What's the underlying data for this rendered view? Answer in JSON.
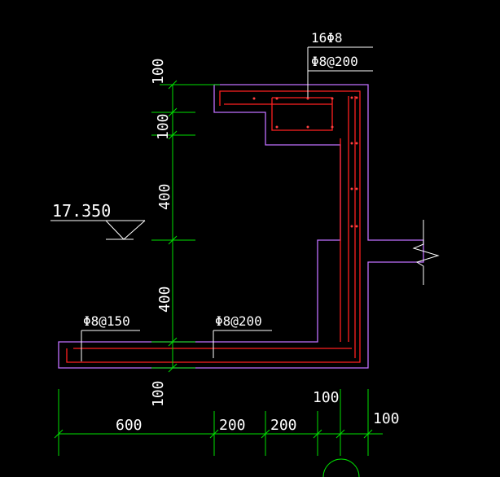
{
  "colors": {
    "background": "#000000",
    "concrete_outline": "#c070ff",
    "rebar": "#ff2020",
    "dimension": "#00e000",
    "text": "#ffffff",
    "rebar_dot": "#ff4040"
  },
  "labels": {
    "top_rebar_count": "16Φ8",
    "top_stirrup": "Φ8@200",
    "elevation": "17.350",
    "bottom_left_rebar": "Φ8@150",
    "bottom_mid_rebar": "Φ8@200"
  },
  "vertical_dims": {
    "d1": "100",
    "d2": "100",
    "d3": "400",
    "d4": "400",
    "d5": "100"
  },
  "horizontal_dims": {
    "d1": "600",
    "d2": "200",
    "d3": "200",
    "d4": "100",
    "d5": "100"
  }
}
